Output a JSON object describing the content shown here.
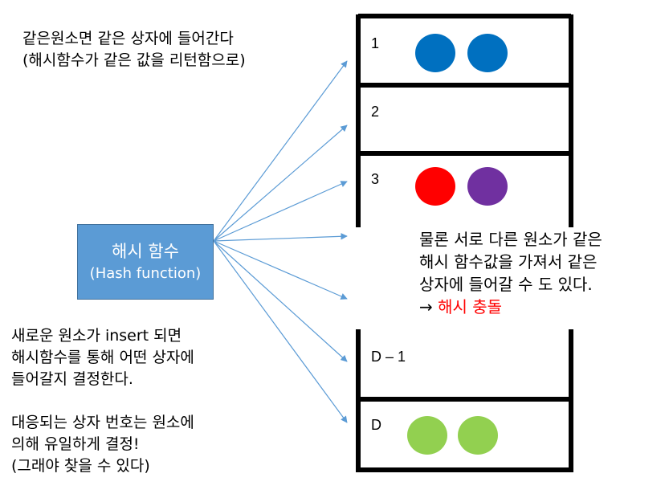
{
  "note_top": [
    "같은원소면 같은 상자에 들어간다",
    "(해시함수가 같은 값을 리턴함으로)"
  ],
  "note_bottom": [
    "새로운 원소가 insert 되면",
    "해시함수를 통해 어떤 상자에",
    "들어갈지 결정한다.",
    "",
    "대응되는 상자 번호는 원소에",
    "의해 유일하게 결정!",
    "(그래야 찾을 수 있다)"
  ],
  "hash_function": {
    "name": "해시 함수",
    "subtitle": "(Hash function)",
    "fill_color": "#5b9bd5"
  },
  "buckets": [
    {
      "label": "1",
      "balls": [
        "#0070c0",
        "#0070c0"
      ]
    },
    {
      "label": "2",
      "balls": []
    },
    {
      "label": "3",
      "balls": [
        "#ff0000",
        "#7030a0"
      ]
    },
    {
      "label": "D – 1",
      "balls": []
    },
    {
      "label": "D",
      "balls": [
        "#92d050",
        "#92d050"
      ]
    }
  ],
  "collision_note": {
    "lines": [
      "물론 서로 다른 원소가 같은",
      "해시 함수값을 가져서 같은",
      "상자에 들어갈 수 도 있다."
    ],
    "arrow": "→",
    "highlight": "해시 충돌",
    "highlight_color": "#ff0000"
  },
  "arrow_color": "#5b9bd5"
}
